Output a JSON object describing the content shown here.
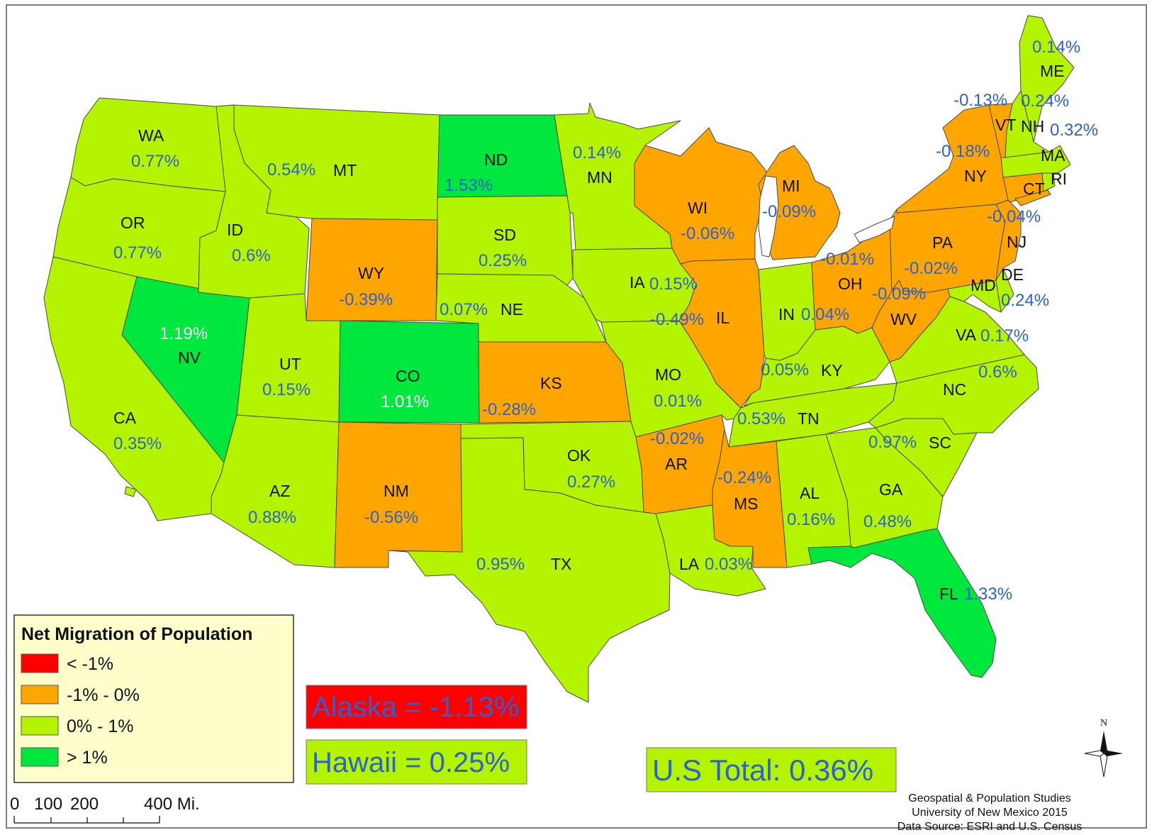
{
  "colors": {
    "lt_neg1": "#ff0000",
    "neg1_0": "#ffa500",
    "0_1": "#b5f400",
    "gt_1": "#00e83e",
    "label_blue": "#2a62d6"
  },
  "legend": {
    "title": "Net Migration of Population",
    "items": [
      {
        "label": "< -1%",
        "class": "lt_neg1"
      },
      {
        "label": "-1% -  0%",
        "class": "neg1_0"
      },
      {
        "label": "0% - 1%",
        "class": "0_1"
      },
      {
        "label": "> 1%",
        "class": "gt_1"
      }
    ]
  },
  "alaska": {
    "text": "Alaska = -1.13%",
    "class": "lt_neg1"
  },
  "hawaii": {
    "text": "Hawaii = 0.25%",
    "class": "0_1"
  },
  "us_total": {
    "text": "U.S Total: 0.36%"
  },
  "scale": {
    "labels": [
      "0",
      "100",
      "200",
      "400 Mi."
    ]
  },
  "north": "N",
  "credits": [
    "Geospatial & Population Studies",
    "University of New Mexico 2015",
    "Data Source: ESRI and U.S. Census"
  ],
  "states": {
    "WA": {
      "abbr": "WA",
      "value": "0.77%",
      "class": "0_1"
    },
    "OR": {
      "abbr": "OR",
      "value": "0.77%",
      "class": "0_1"
    },
    "CA": {
      "abbr": "CA",
      "value": "0.35%",
      "class": "0_1"
    },
    "NV": {
      "abbr": "NV",
      "value": "1.19%",
      "class": "gt_1"
    },
    "ID": {
      "abbr": "ID",
      "value": "0.6%",
      "class": "0_1"
    },
    "MT": {
      "abbr": "MT",
      "value": "0.54%",
      "class": "0_1"
    },
    "WY": {
      "abbr": "WY",
      "value": "-0.39%",
      "class": "neg1_0"
    },
    "UT": {
      "abbr": "UT",
      "value": "0.15%",
      "class": "0_1"
    },
    "AZ": {
      "abbr": "AZ",
      "value": "0.88%",
      "class": "0_1"
    },
    "CO": {
      "abbr": "CO",
      "value": "1.01%",
      "class": "gt_1"
    },
    "NM": {
      "abbr": "NM",
      "value": "-0.56%",
      "class": "neg1_0"
    },
    "ND": {
      "abbr": "ND",
      "value": "1.53%",
      "class": "gt_1"
    },
    "SD": {
      "abbr": "SD",
      "value": "0.25%",
      "class": "0_1"
    },
    "NE": {
      "abbr": "NE",
      "value": "0.07%",
      "class": "0_1"
    },
    "KS": {
      "abbr": "KS",
      "value": "-0.28%",
      "class": "neg1_0"
    },
    "OK": {
      "abbr": "OK",
      "value": "0.27%",
      "class": "0_1"
    },
    "TX": {
      "abbr": "TX",
      "value": "0.95%",
      "class": "0_1"
    },
    "MN": {
      "abbr": "MN",
      "value": "0.14%",
      "class": "0_1"
    },
    "IA": {
      "abbr": "IA",
      "value": "0.15%",
      "class": "0_1"
    },
    "MO": {
      "abbr": "MO",
      "value": "0.01%",
      "class": "0_1"
    },
    "AR": {
      "abbr": "AR",
      "value": "-0.02%",
      "class": "neg1_0"
    },
    "LA": {
      "abbr": "LA",
      "value": "0.03%",
      "class": "0_1"
    },
    "WI": {
      "abbr": "WI",
      "value": "-0.06%",
      "class": "neg1_0"
    },
    "IL": {
      "abbr": "IL",
      "value": "-0.49%",
      "class": "neg1_0"
    },
    "MI": {
      "abbr": "MI",
      "value": "-0.09%",
      "class": "neg1_0"
    },
    "IN": {
      "abbr": "IN",
      "value": "0.04%",
      "class": "0_1"
    },
    "OH": {
      "abbr": "OH",
      "value": "-0.01%",
      "class": "neg1_0"
    },
    "KY": {
      "abbr": "KY",
      "value": "0.05%",
      "class": "0_1"
    },
    "TN": {
      "abbr": "TN",
      "value": "0.53%",
      "class": "0_1"
    },
    "MS": {
      "abbr": "MS",
      "value": "-0.24%",
      "class": "neg1_0"
    },
    "AL": {
      "abbr": "AL",
      "value": "0.16%",
      "class": "0_1"
    },
    "GA": {
      "abbr": "GA",
      "value": "0.48%",
      "class": "0_1"
    },
    "FL": {
      "abbr": "FL",
      "value": "1.33%",
      "class": "gt_1"
    },
    "SC": {
      "abbr": "SC",
      "value": "0.97%",
      "class": "0_1"
    },
    "NC": {
      "abbr": "NC",
      "value": "0.6%",
      "class": "0_1"
    },
    "VA": {
      "abbr": "VA",
      "value": "0.17%",
      "class": "0_1"
    },
    "WV": {
      "abbr": "WV",
      "value": "-0.09%",
      "class": "neg1_0"
    },
    "PA": {
      "abbr": "PA",
      "value": "-0.02%",
      "class": "neg1_0"
    },
    "NY": {
      "abbr": "NY",
      "value": "-0.18%",
      "class": "neg1_0"
    },
    "MD": {
      "abbr": "MD",
      "value": "",
      "class": "0_1"
    },
    "DE": {
      "abbr": "DE",
      "value": "0.24%",
      "class": "0_1"
    },
    "NJ": {
      "abbr": "NJ",
      "value": "-0.04%",
      "class": "neg1_0"
    },
    "CT": {
      "abbr": "CT",
      "value": "",
      "class": "neg1_0"
    },
    "RI": {
      "abbr": "RI",
      "value": "",
      "class": "0_1"
    },
    "MA": {
      "abbr": "MA",
      "value": "0.32%",
      "class": "0_1"
    },
    "VT": {
      "abbr": "VT",
      "value": "-0.13%",
      "class": "neg1_0"
    },
    "NH": {
      "abbr": "NH",
      "value": "0.24%",
      "class": "0_1"
    },
    "ME": {
      "abbr": "ME",
      "value": "0.14%",
      "class": "0_1"
    }
  }
}
